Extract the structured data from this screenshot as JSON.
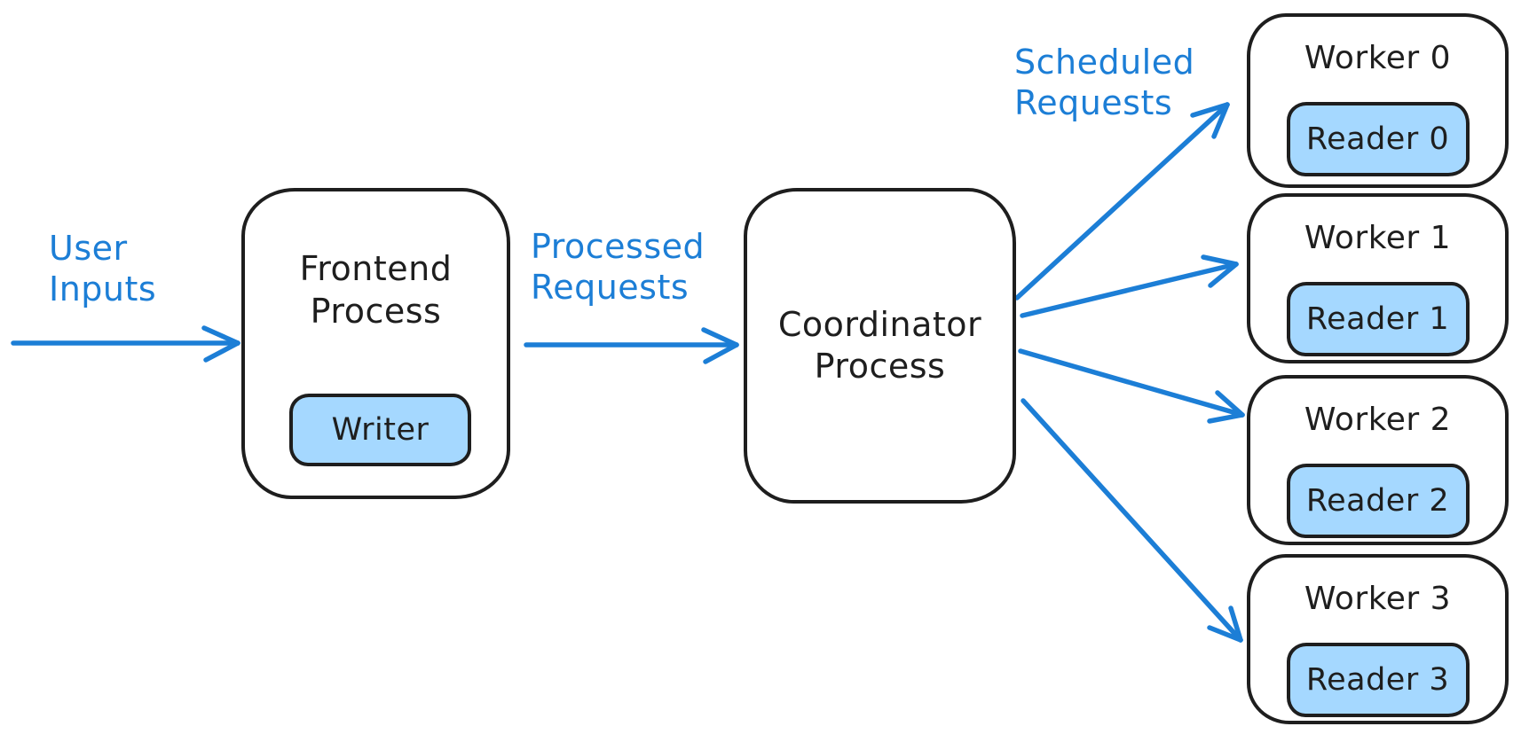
{
  "colors": {
    "accent_blue": "#1c7ed6",
    "chip_fill_blue": "#a5d8ff",
    "ink_black": "#1e1e1e",
    "background": "#ffffff"
  },
  "flow_labels": {
    "user_inputs": "User\nInputs",
    "processed_requests": "Processed\nRequests",
    "scheduled_requests": "Scheduled\nRequests"
  },
  "nodes": {
    "frontend": {
      "title": "Frontend\nProcess",
      "child": "Writer"
    },
    "coordinator": {
      "title": "Coordinator\nProcess"
    },
    "workers": [
      {
        "title": "Worker 0",
        "child": "Reader 0"
      },
      {
        "title": "Worker 1",
        "child": "Reader 1"
      },
      {
        "title": "Worker 2",
        "child": "Reader 2"
      },
      {
        "title": "Worker 3",
        "child": "Reader 3"
      }
    ]
  }
}
